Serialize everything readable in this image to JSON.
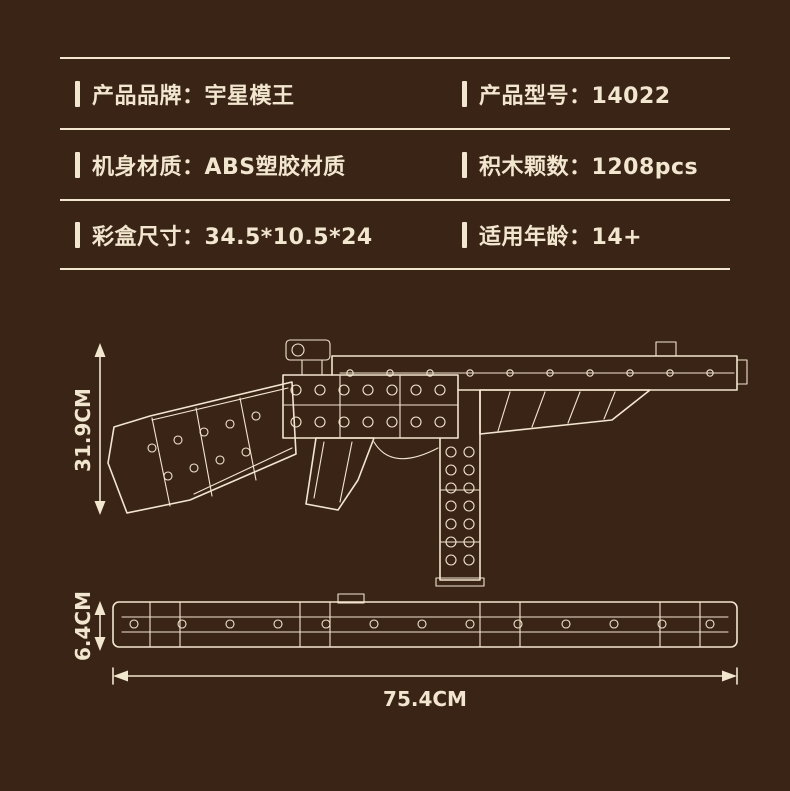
{
  "theme": {
    "background_color": "#3A2416",
    "foreground_color": "#F1E6CE"
  },
  "spec_table": {
    "rows": [
      {
        "left": {
          "label": "产品品牌：",
          "value": "宇星模王"
        },
        "right": {
          "label": "产品型号：",
          "value": "14022"
        }
      },
      {
        "left": {
          "label": "机身材质：",
          "value": "ABS塑胶材质"
        },
        "right": {
          "label": "积木颗数：",
          "value": "1208pcs"
        }
      },
      {
        "left": {
          "label": "彩盒尺寸：",
          "value": "34.5*10.5*24"
        },
        "right": {
          "label": "适用年龄：",
          "value": "14+"
        }
      }
    ]
  },
  "dimensions": {
    "height": "31.9CM",
    "depth": "6.4CM",
    "length": "75.4CM"
  }
}
